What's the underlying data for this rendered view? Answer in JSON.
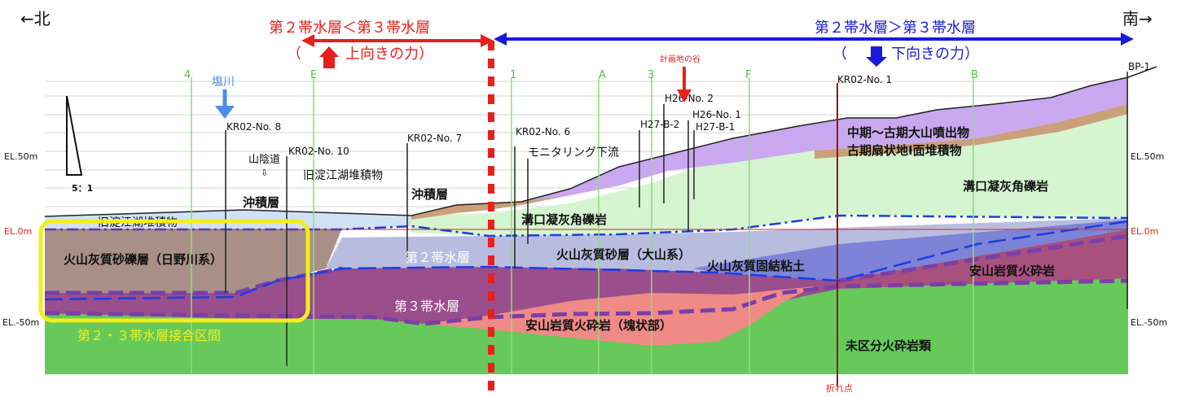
{
  "direction": {
    "north": "←北",
    "south": "南→"
  },
  "comparison": {
    "left_title": "第２帯水層＜第３帯水層",
    "left_sub": "（　　　上向きの力）",
    "right_title": "第２帯水層＞第３帯水層",
    "right_sub": "（　　　下向きの力）"
  },
  "place_labels": {
    "shiokawa": "塩川",
    "valley": "計画地の谷",
    "road": "山陰道",
    "road_arrow": "⇩",
    "break_point": "折れ点",
    "scale": "5：1"
  },
  "elevations": {
    "el50": "EL.50m",
    "el0": "EL.0m",
    "elm50": "EL.-50m"
  },
  "section_lines": [
    "4",
    "E",
    "1",
    "A",
    "3",
    "F",
    "B"
  ],
  "boreholes": [
    "KR02-No. 8",
    "KR02-No. 10",
    "KR02-No. 7",
    "KR02-No. 6",
    "H27-B-2",
    "H26-No. 2",
    "H26-No. 1",
    "H27-B-1",
    "KR02-No. 1",
    "BP-1"
  ],
  "monitoring": "モニタリング下流",
  "layers": {
    "daisen_ejecta": "中期～古期大山噴出物",
    "fan_deposits": "古期扇状地Ⅰ面堆積物",
    "mizoguchi_upper": "溝口凝灰角礫岩",
    "mizoguchi_lower": "溝口凝灰角礫岩",
    "old_yodoe": "旧淀江湖堆積物",
    "old_yodoe_cut": "旧淀江湖堆積物",
    "alluvium_left": "沖積層",
    "alluvium_right": "沖積層",
    "hino_gravel": "火山灰質砂礫層（日野川系）",
    "daisen_sand": "火山灰質砂層（大山系）",
    "cohesive": "火山灰質固結粘土",
    "andesite": "安山岩質火砕岩",
    "andesite_block": "安山岩質火砕岩（塊状部）",
    "undiff": "未区分火砕岩類",
    "aquifer2": "第２帯水層",
    "aquifer3": "第３帯水層",
    "contact_zone": "第２・３帯水層接合区間"
  },
  "colors": {
    "red": "#e8201c",
    "blue": "#1a1adc",
    "yellow": "#f4ee1a",
    "green": "#66c95a",
    "light_green": "#d5f5d0",
    "purple_band": "#9b4e8c",
    "lavender": "#c9a8f0",
    "tan": "#c9a07a",
    "pink": "#f08a86",
    "gray_blue": "#b8bde0",
    "sky": "#cfe2f5"
  }
}
